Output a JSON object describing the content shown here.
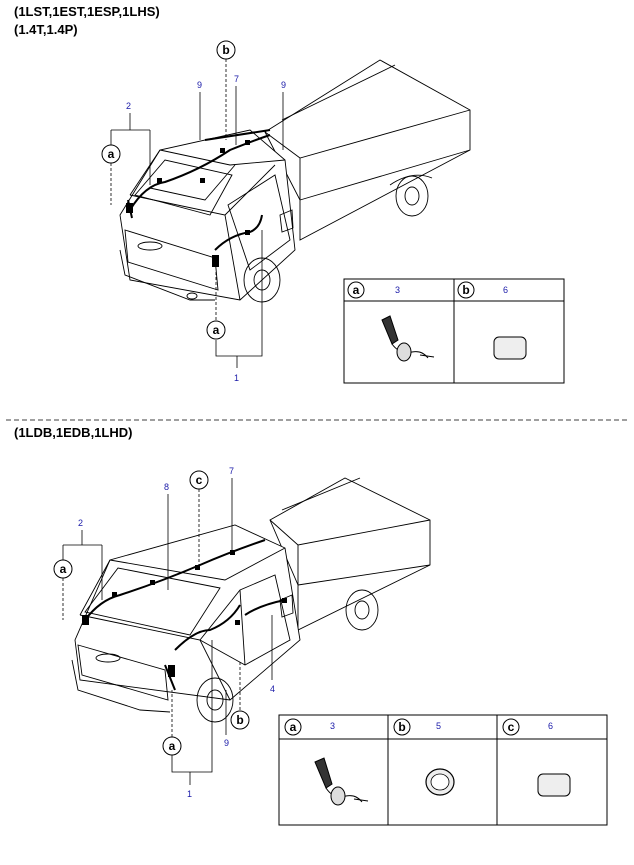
{
  "sections": [
    {
      "header_lines": [
        "(1LST,1EST,1ESP,1LHS)",
        "(1.4T,1.4P)"
      ],
      "callout_numbers": [
        "2",
        "9",
        "7",
        "9",
        "1"
      ],
      "callout_letters": [
        "b",
        "a",
        "a"
      ],
      "legend": [
        {
          "letter": "a",
          "part": "3"
        },
        {
          "letter": "b",
          "part": "6"
        }
      ]
    },
    {
      "header_lines": [
        "(1LDB,1EDB,1LHD)"
      ],
      "callout_numbers": [
        "2",
        "8",
        "7",
        "4",
        "9",
        "1"
      ],
      "callout_letters": [
        "c",
        "a",
        "b",
        "a"
      ],
      "legend": [
        {
          "letter": "a",
          "part": "3"
        },
        {
          "letter": "b",
          "part": "5"
        },
        {
          "letter": "c",
          "part": "6"
        }
      ]
    }
  ]
}
